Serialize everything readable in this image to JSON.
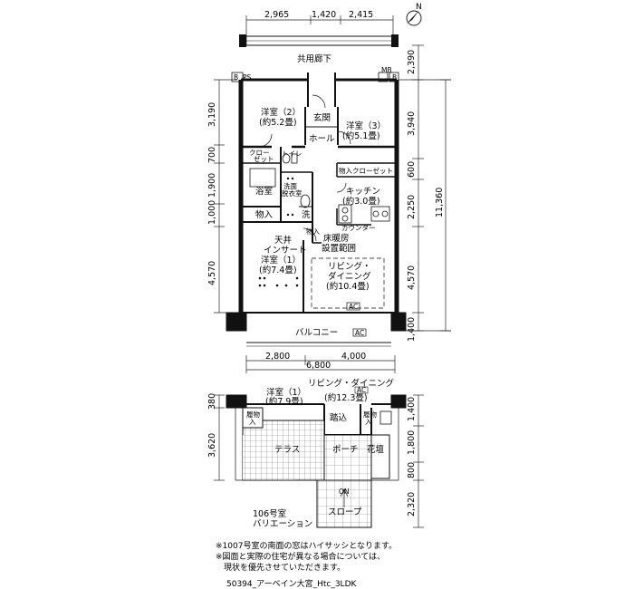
{
  "dimensions": {
    "top": [
      "2,965",
      "1,420",
      "2,415"
    ],
    "right": [
      "2,390",
      "3,940",
      "600",
      "2,250",
      "4,570",
      "1,400"
    ],
    "right_total": "11,360",
    "left": [
      "3,190",
      "700",
      "1,900",
      "1,000",
      "4,570"
    ],
    "bottom": [
      "2,800",
      "4,000"
    ],
    "bottom_total": "6,800",
    "lower_left": [
      "380",
      "3,620"
    ],
    "lower_right": [
      "1,400",
      "1,800",
      "800",
      "2,320"
    ]
  },
  "rooms": {
    "corridor": "共用廊下",
    "bedroom2": "洋室（2）",
    "bedroom2_size": "(約5.2畳)",
    "entrance": "玄関",
    "hall": "ホール",
    "bedroom3": "洋室（3）",
    "bedroom3_size": "(約5.1畳)",
    "closet_left": "クロー\nゼット",
    "toilet": "トイレ",
    "storage_closet": "物入",
    "closet_right": "クローゼット",
    "bath": "浴室",
    "washroom": "洗面\n脱衣室",
    "kitchen": "キッチン",
    "kitchen_size": "(約3.0畳)",
    "storage_left": "物入",
    "laundry": "洗",
    "storage_small": "物入",
    "counter": "カウンター",
    "ceiling_insert": "天井\nインサート",
    "floor_heating": "床暖房\n設置範囲",
    "bedroom1": "洋室（1）",
    "bedroom1_size": "(約7.4畳)",
    "living": "リビング・\nダイニング",
    "living_size": "(約10.4畳)",
    "balcony": "バルコニー",
    "ac_label": "AC",
    "ps": "PS",
    "mb": "MB"
  },
  "variation": {
    "bedroom1": "洋室（1）",
    "bedroom1_size": "(約7.9畳)",
    "living": "リビング・ダイニング",
    "living_size": "(約12.3畳)",
    "entry_step": "踏込",
    "shoe_cabinet": "履物入",
    "shoe_cabinet_right": "履物入",
    "terrace": "テラス",
    "porch": "ポーチ",
    "flowerbed": "花壇",
    "slope": "スロープ",
    "on": "ON",
    "caption_line1": "106号室",
    "caption_line2": "バリエーション"
  },
  "notes": [
    "※1007号室の南面の窓はハイサッシとなります。",
    "※図面と実際の住宅が異なる場合については、",
    "　現状を優先させていただきます。"
  ],
  "footer": "50394_アーベイン大宮_Htc_3LDK",
  "north": "N"
}
